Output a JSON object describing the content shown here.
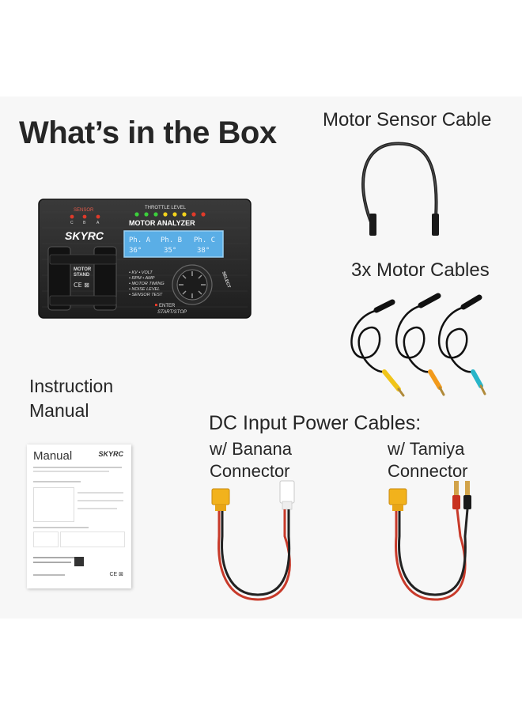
{
  "page": {
    "title": "What’s in the Box"
  },
  "labels": {
    "sensor_cable": "Motor Sensor Cable",
    "motor_cables": "3x Motor Cables",
    "manual_line1": "Instruction",
    "manual_line2": "Manual",
    "dc_heading": "DC Input Power Cables:",
    "banana_line1": "w/ Banana",
    "banana_line2": "Connector",
    "tamiya_line1": "w/ Tamiya",
    "tamiya_line2": "Connector"
  },
  "device": {
    "brand": "SKYRC",
    "name": "MOTOR ANALYZER",
    "throttle_label": "THROTTLE LEVEL",
    "sensor_label": "SENSOR",
    "sensor_pins": [
      "C",
      "B",
      "A"
    ],
    "stand_label_1": "MOTOR",
    "stand_label_2": "STAND",
    "lcd_row1": [
      "Ph. A",
      "Ph. B",
      "Ph. C"
    ],
    "lcd_row2": [
      "36°",
      "35°",
      "38°"
    ],
    "features": [
      "• KV  • VOLT",
      "• RPM • AMP",
      "• MOTOR TIMING",
      "• NOISE LEVEL",
      "• SENSOR TEST"
    ],
    "select_label": "SELECT",
    "enter_label": "ENTER",
    "start_label": "START/STOP",
    "cert_marks": "CE ⊠",
    "colors": {
      "body": "#262626",
      "lcd": "#5aaee6",
      "led_green": "#3ccf3c",
      "led_yellow": "#f2d21c",
      "led_red": "#e03a2a"
    }
  },
  "manual": {
    "title": "Manual",
    "brand": "SKYRC"
  },
  "cables": {
    "tip_colors": [
      "#f0c419",
      "#f29a1b",
      "#27b5c9"
    ]
  }
}
